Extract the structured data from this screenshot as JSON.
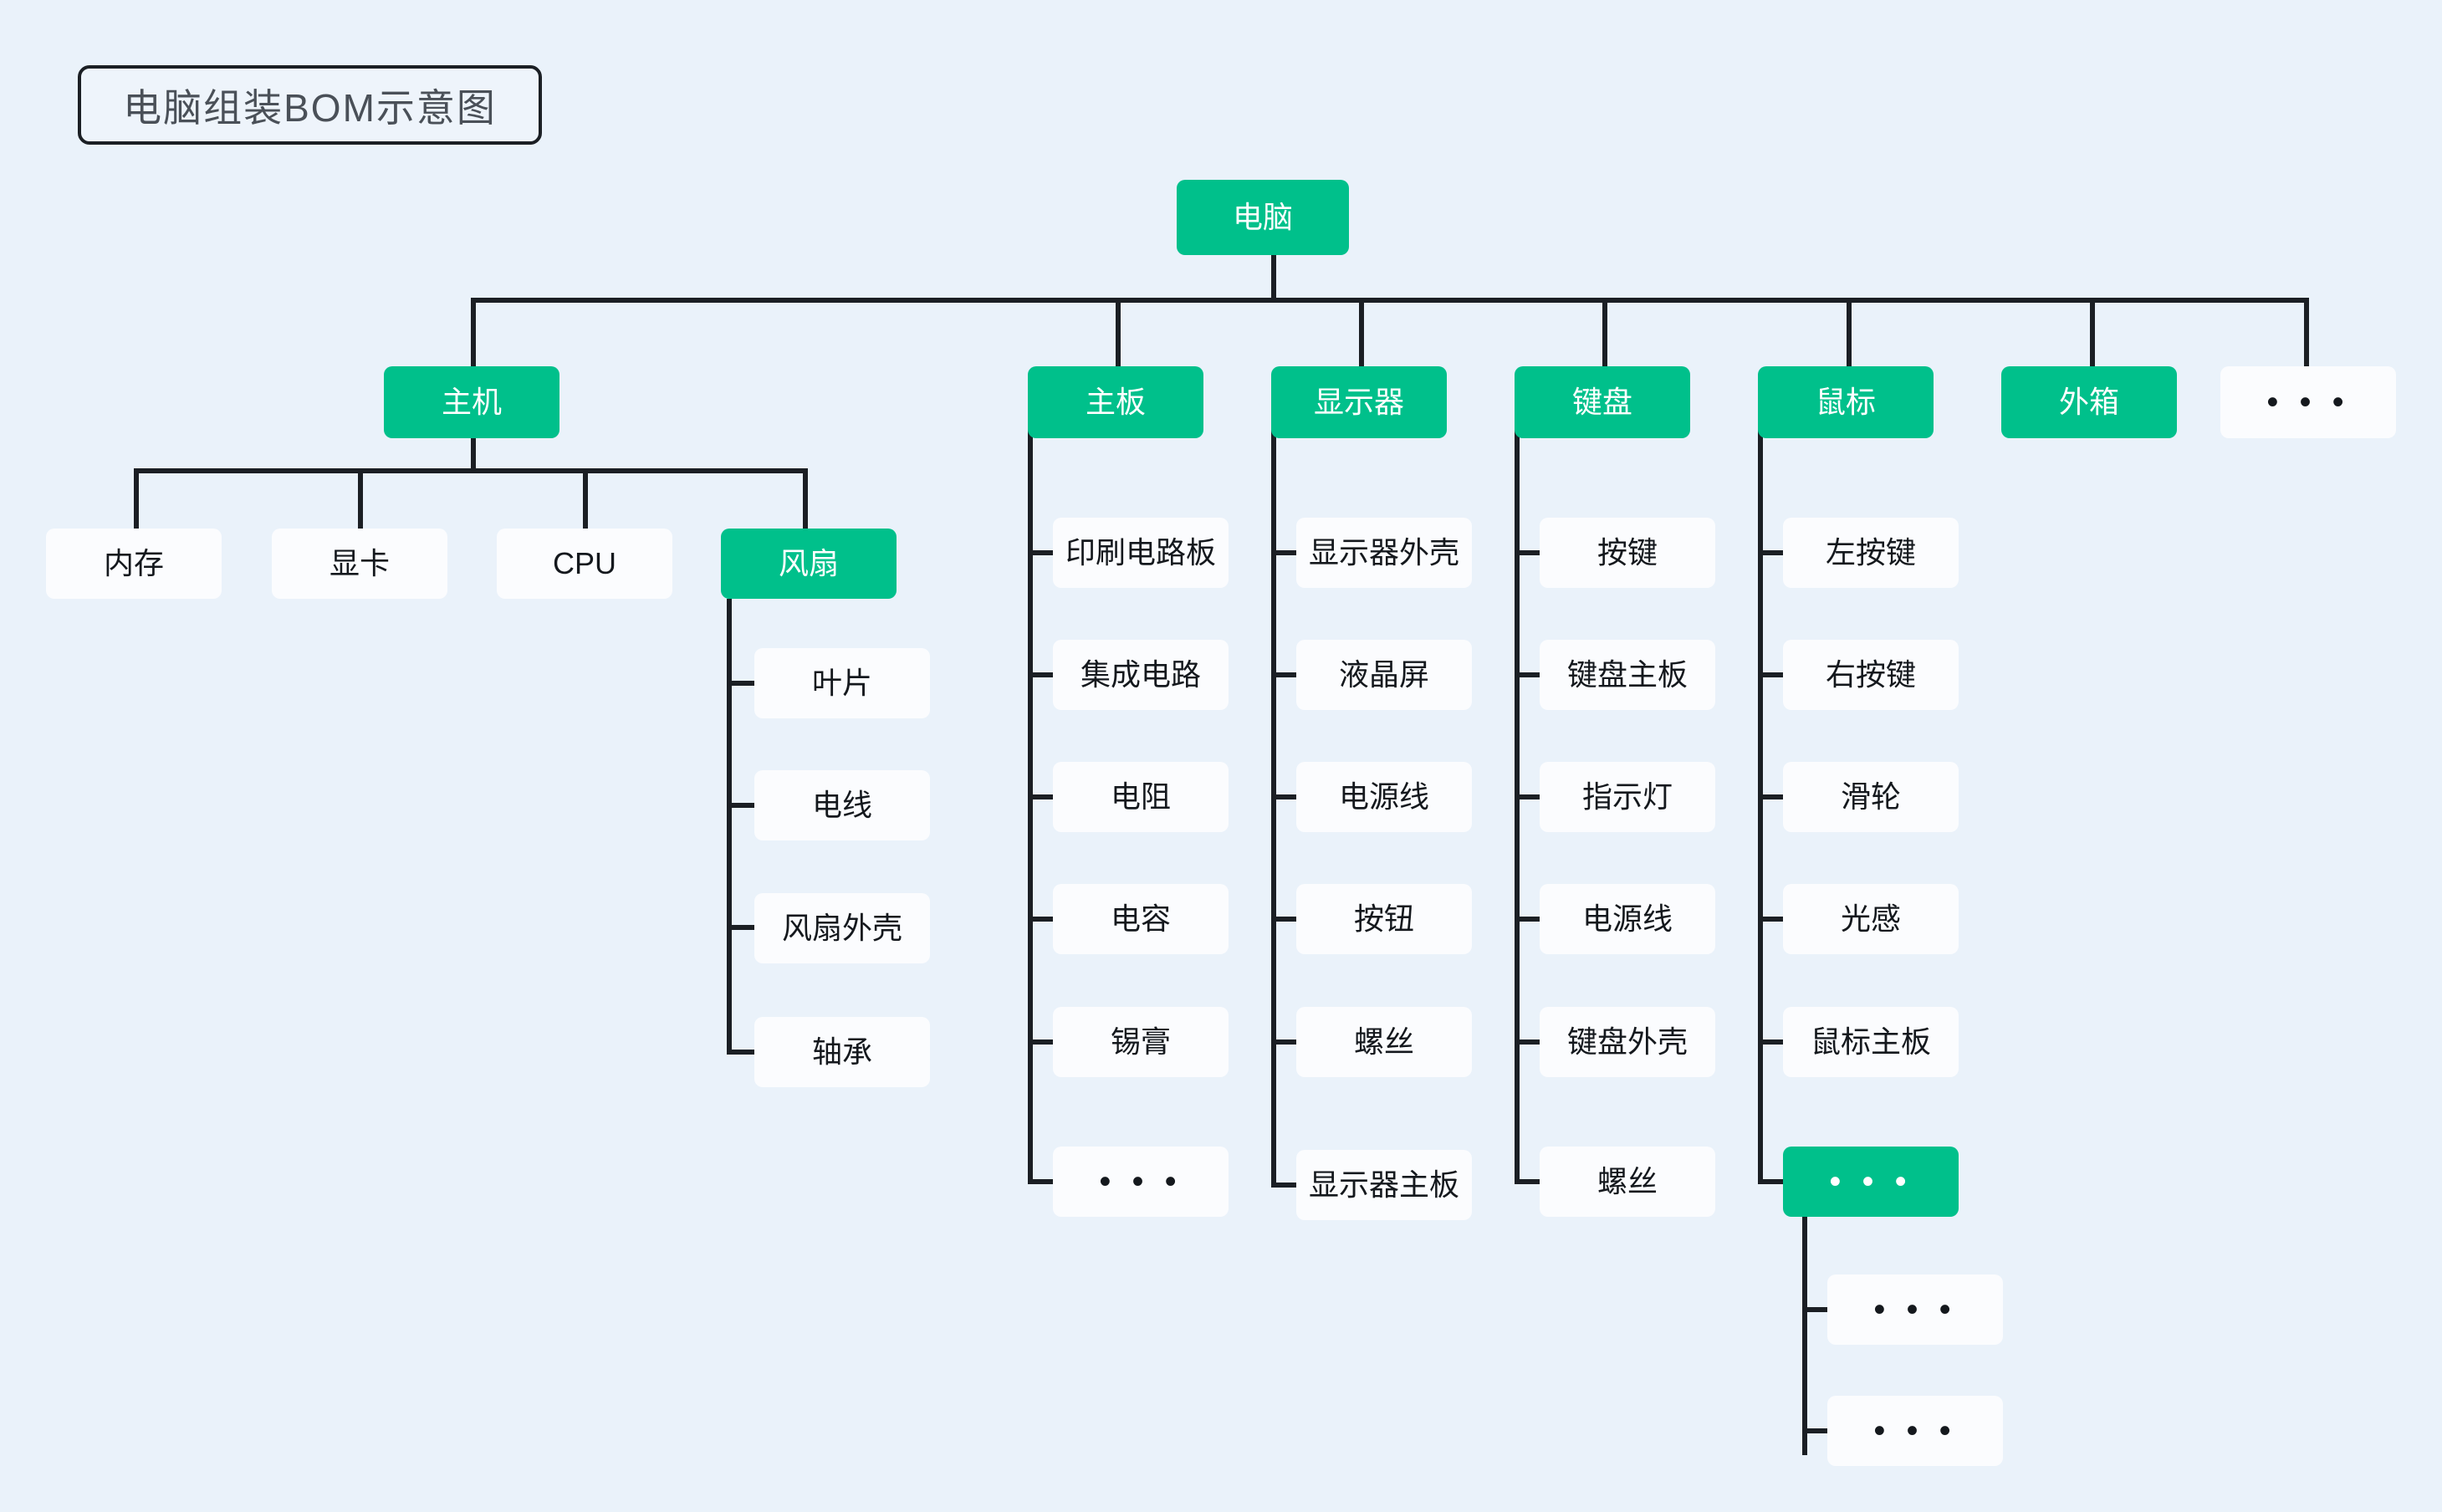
{
  "title": "电脑组装BOM示意图",
  "colors": {
    "background": "#eaf2fa",
    "node_green": "#00c08b",
    "node_white": "#fbfcfe",
    "line": "#1b1f24",
    "title_text": "#4a5058",
    "green_text": "#ffffff",
    "white_text": "#14181d"
  },
  "ellipsis": "• • •",
  "tree": {
    "root": {
      "label": "电脑",
      "style": "green"
    },
    "level2": [
      {
        "label": "主机",
        "style": "green"
      },
      {
        "label": "主板",
        "style": "green"
      },
      {
        "label": "显示器",
        "style": "green"
      },
      {
        "label": "键盘",
        "style": "green"
      },
      {
        "label": "鼠标",
        "style": "green"
      },
      {
        "label": "外箱",
        "style": "green"
      },
      {
        "label": "…",
        "style": "white"
      }
    ],
    "host_children": [
      {
        "label": "内存",
        "style": "white"
      },
      {
        "label": "显卡",
        "style": "white"
      },
      {
        "label": "CPU",
        "style": "white"
      },
      {
        "label": "风扇",
        "style": "green"
      }
    ],
    "fan_children": [
      {
        "label": "叶片",
        "style": "white"
      },
      {
        "label": "电线",
        "style": "white"
      },
      {
        "label": "风扇外壳",
        "style": "white"
      },
      {
        "label": "轴承",
        "style": "white"
      }
    ],
    "mainboard_children": [
      {
        "label": "印刷电路板",
        "style": "white"
      },
      {
        "label": "集成电路",
        "style": "white"
      },
      {
        "label": "电阻",
        "style": "white"
      },
      {
        "label": "电容",
        "style": "white"
      },
      {
        "label": "锡膏",
        "style": "white"
      },
      {
        "label": "…",
        "style": "white"
      }
    ],
    "monitor_children": [
      {
        "label": "显示器外壳",
        "style": "white"
      },
      {
        "label": "液晶屏",
        "style": "white"
      },
      {
        "label": "电源线",
        "style": "white"
      },
      {
        "label": "按钮",
        "style": "white"
      },
      {
        "label": "螺丝",
        "style": "white"
      },
      {
        "label": "显示器主板",
        "style": "white"
      }
    ],
    "keyboard_children": [
      {
        "label": "按键",
        "style": "white"
      },
      {
        "label": "键盘主板",
        "style": "white"
      },
      {
        "label": "指示灯",
        "style": "white"
      },
      {
        "label": "电源线",
        "style": "white"
      },
      {
        "label": "键盘外壳",
        "style": "white"
      },
      {
        "label": "螺丝",
        "style": "white"
      }
    ],
    "mouse_children": [
      {
        "label": "左按键",
        "style": "white"
      },
      {
        "label": "右按键",
        "style": "white"
      },
      {
        "label": "滑轮",
        "style": "white"
      },
      {
        "label": "光感",
        "style": "white"
      },
      {
        "label": "鼠标主板",
        "style": "white"
      },
      {
        "label": "…",
        "style": "green"
      }
    ],
    "mouse_more_children": [
      {
        "label": "…",
        "style": "white"
      },
      {
        "label": "…",
        "style": "white"
      }
    ]
  }
}
